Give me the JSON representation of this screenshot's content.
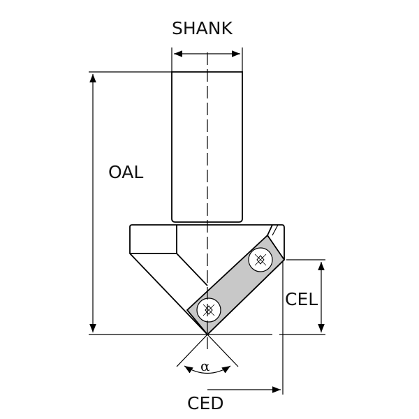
{
  "labels": {
    "shank": "SHANK",
    "oal": "OAL",
    "cel": "CEL",
    "ced": "CED",
    "angle": "α"
  },
  "colors": {
    "line": "#000000",
    "insert_fill": "#c8c8c8"
  }
}
